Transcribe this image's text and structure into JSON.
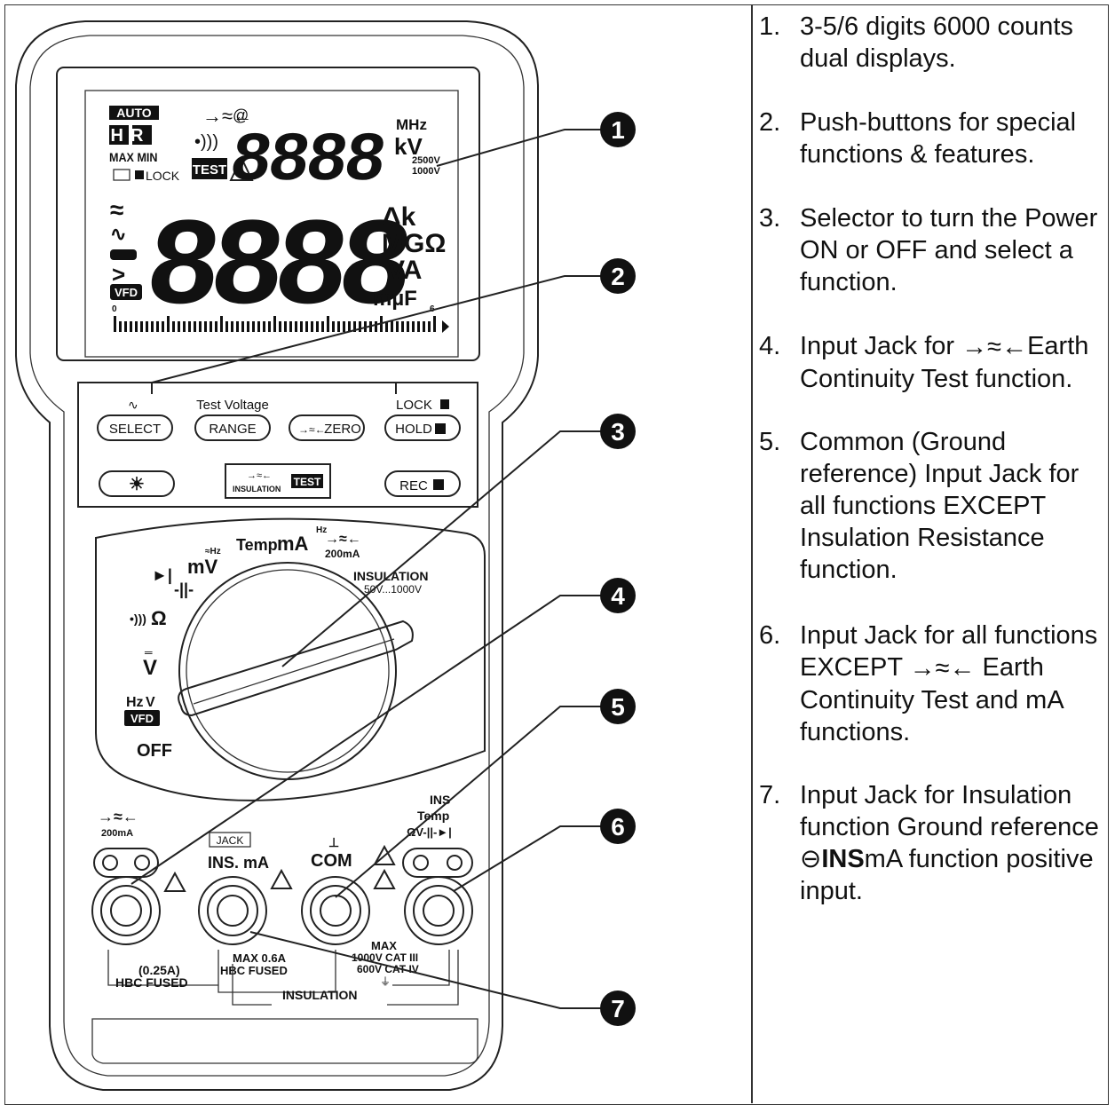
{
  "lcd": {
    "auto": "AUTO",
    "hr": "HR",
    "maxmin": "MAX MIN",
    "lock": "LOCK",
    "test": "TEST",
    "mhz": "MHz",
    "kv": "kV",
    "v2500": "2500V",
    "v1000": "1000V",
    "delta_k": "Δk",
    "mgohm": "MGΩ",
    "va": "VA",
    "muf": "mµF",
    "vfd": "VFD",
    "scale_start": "0",
    "scale_end": "6",
    "primary_digits": "8888",
    "secondary_digits": "8888"
  },
  "buttons": {
    "select": "SELECT",
    "range": "RANGE",
    "zero": "ZERO",
    "hold": "HOLD",
    "rec": "REC",
    "insulation": "INSULATION",
    "test": "TEST",
    "test_voltage": "Test Voltage",
    "lock": "LOCK"
  },
  "dial": {
    "temp": "Temp",
    "ma": "mA",
    "mv": "mV",
    "hz": "Hz",
    "ma200": "200mA",
    "insulation": "INSULATION",
    "insulation_range": "50V...1000V",
    "ohm": "Ω",
    "v": "V",
    "hz_v": "Hz",
    "vfd": "VFD",
    "off": "OFF"
  },
  "jacks": {
    "ma200": "200mA",
    "jack": "JACK",
    "ins_ma": "INS. mA",
    "com": "COM",
    "ins": "INS",
    "temp": "Temp",
    "fuse_small": "(0.25A)",
    "hbc_fused_1": "HBC FUSED",
    "max_06": "MAX 0.6A",
    "hbc_fused_2": "HBC FUSED",
    "max": "MAX",
    "cat3": "1000V CAT III",
    "cat4": "600V CAT IV",
    "insulation_bar": "INSULATION"
  },
  "callouts": [
    "1",
    "2",
    "3",
    "4",
    "5",
    "6",
    "7"
  ],
  "legend": [
    {
      "num": "1.",
      "text": "3-5/6 digits 6000 counts dual displays."
    },
    {
      "num": "2.",
      "text": "Push-buttons for special functions & features."
    },
    {
      "num": "3.",
      "text": "Selector to turn the Power ON or OFF and select a function."
    },
    {
      "num": "4.",
      "text_a": "Input Jack for ",
      "text_b": "Earth Continuity Test function."
    },
    {
      "num": "5.",
      "text": "Common (Ground reference) Input Jack for all functions EXCEPT Insulation Resistance function."
    },
    {
      "num": "6.",
      "text_a": "Input Jack for all functions EXCEPT ",
      "text_b": " Earth Continuity Test and mA functions."
    },
    {
      "num": "7.",
      "text_a": "Input Jack for Insulation function Ground reference ",
      "text_b": "INS",
      "text_c": "mA function positive input."
    }
  ],
  "colors": {
    "ink": "#111111",
    "frame": "#333333",
    "panel": "#ffffff"
  }
}
